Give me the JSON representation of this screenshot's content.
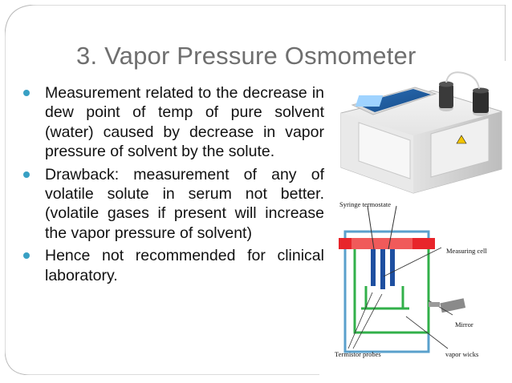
{
  "slide": {
    "title": "3. Vapor Pressure Osmometer",
    "bullets": [
      "Measurement related to the decrease in dew point of temp of pure solvent (water) caused by decrease in vapor pressure of solvent by the solute.",
      "Drawback: measurement of any of volatile solute in serum not better. (volatile gases if present will increase the vapor pressure of solvent)",
      "Hence not recommended for clinical laboratory."
    ],
    "accent_color": "#38a0c4",
    "frame_color": "#b9b9b9"
  },
  "diagram": {
    "labels": {
      "syringe_termostate": "Syringe termostate",
      "measuring_cell": "Measuring cell",
      "mirror": "Mirror",
      "termistor_probes": "Termistor probes",
      "vapor_wicks": "vapor wicks"
    }
  }
}
